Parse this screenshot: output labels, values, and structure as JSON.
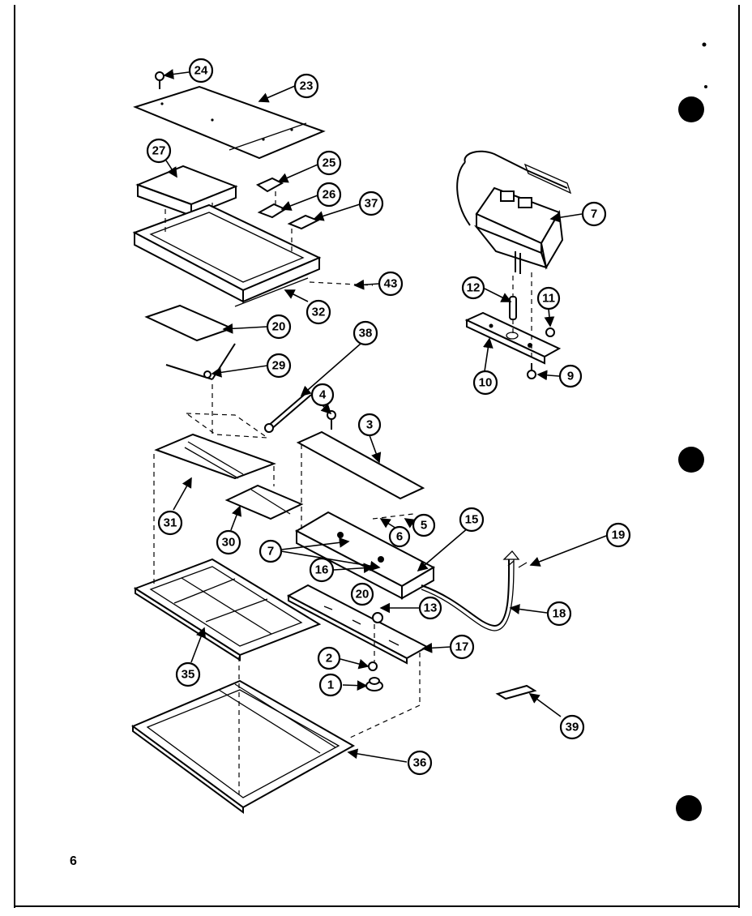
{
  "page": {
    "page_number": "6"
  },
  "labels": [
    "24",
    "23",
    "27",
    "25",
    "26",
    "37",
    "43",
    "32",
    "20",
    "29",
    "38",
    "4",
    "3",
    "31",
    "30",
    "6",
    "5",
    "15",
    "19",
    "7",
    "16",
    "20",
    "13",
    "18",
    "35",
    "2",
    "1",
    "17",
    "39",
    "36",
    "7",
    "12",
    "11",
    "10",
    "9"
  ]
}
